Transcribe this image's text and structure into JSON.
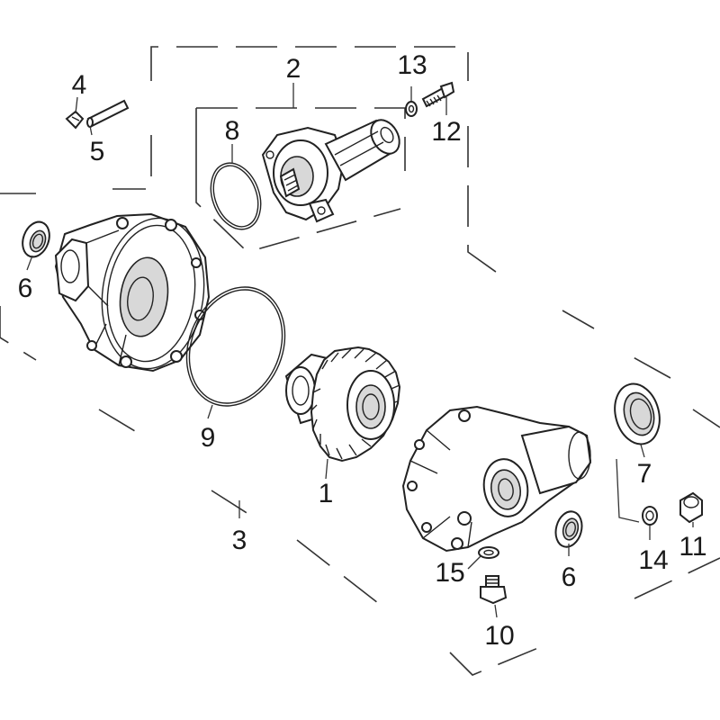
{
  "diagram": {
    "type": "exploded-parts-view",
    "callouts": [
      {
        "id": "c1",
        "label": "1"
      },
      {
        "id": "c2",
        "label": "2"
      },
      {
        "id": "c3",
        "label": "3"
      },
      {
        "id": "c4",
        "label": "4"
      },
      {
        "id": "c5",
        "label": "5"
      },
      {
        "id": "c6a",
        "label": "6"
      },
      {
        "id": "c6b",
        "label": "6"
      },
      {
        "id": "c7",
        "label": "7"
      },
      {
        "id": "c8",
        "label": "8"
      },
      {
        "id": "c9",
        "label": "9"
      },
      {
        "id": "c10",
        "label": "10"
      },
      {
        "id": "c11",
        "label": "11"
      },
      {
        "id": "c12",
        "label": "12"
      },
      {
        "id": "c13",
        "label": "13"
      },
      {
        "id": "c14",
        "label": "14"
      },
      {
        "id": "c15",
        "label": "15"
      }
    ],
    "parts": [
      {
        "id": "differential-gear",
        "callout": "1"
      },
      {
        "id": "actuator-motor-assembly",
        "callout": "2"
      },
      {
        "id": "front-gear-case-assembly",
        "callout": "3"
      },
      {
        "id": "clip",
        "callout": "4"
      },
      {
        "id": "pin",
        "callout": "5"
      },
      {
        "id": "oil-seal",
        "callout": "6"
      },
      {
        "id": "large-oil-seal",
        "callout": "7"
      },
      {
        "id": "small-o-ring",
        "callout": "8"
      },
      {
        "id": "large-o-ring",
        "callout": "9"
      },
      {
        "id": "drain-bolt",
        "callout": "10"
      },
      {
        "id": "filler-plug",
        "callout": "11"
      },
      {
        "id": "actuator-bolt",
        "callout": "12"
      },
      {
        "id": "bolt-washer",
        "callout": "13"
      },
      {
        "id": "filler-washer",
        "callout": "14"
      },
      {
        "id": "drain-washer",
        "callout": "15"
      }
    ]
  }
}
